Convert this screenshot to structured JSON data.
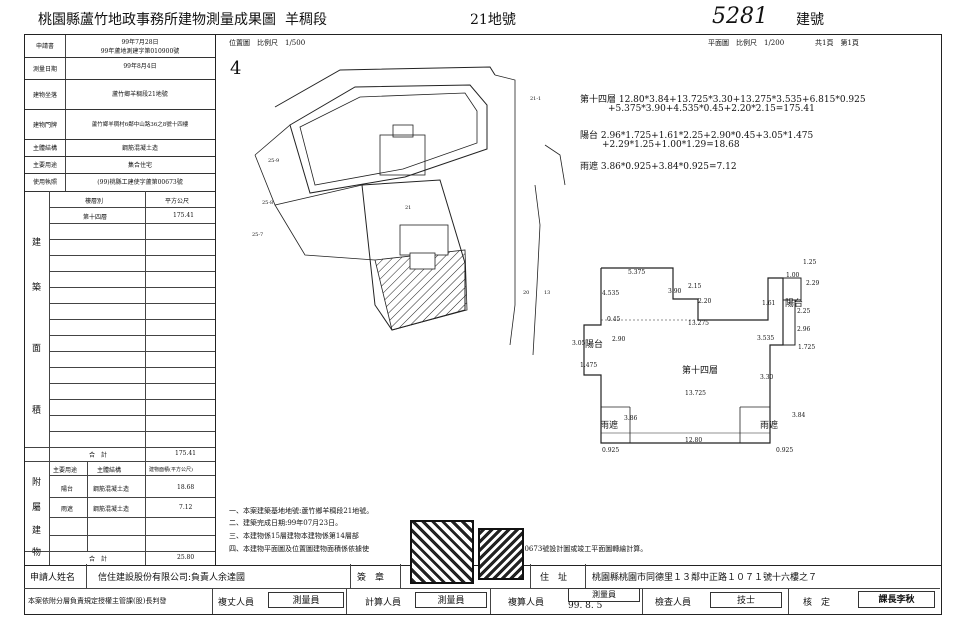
{
  "header": {
    "office_title": "桃園縣蘆竹地政事務所建物測量成果圖",
    "section": "羊稠段",
    "land_no": "21地號",
    "build_no_hand": "5281",
    "build_label": "建號"
  },
  "left": {
    "applicant_label": "申請書",
    "applicant_date": "99年7月28日",
    "applicant_no": "99年蘆地測建字第010900號",
    "survey_label": "測量日期",
    "survey_date": "99年8月4日",
    "location_label": "建物坐落",
    "location_val": "蘆竹鄉羊稠段21地號",
    "door_label": "建物門牌",
    "door_val": "蘆竹鄉羊稠村6鄰中山路36之8號十四樓",
    "struct_label": "主體結構",
    "struct_val": "鋼筋混凝土造",
    "use_label": "主要用途",
    "use_val": "集合住宅",
    "license_label": "使用執照",
    "license_val": "(99)桃縣工建使字蘆第00673號",
    "floor_head": "樓層別",
    "area_head": "平方公尺",
    "floor_row": "第十四層",
    "floor_area": "175.41",
    "side_chars": [
      "建",
      "築",
      "面",
      "積"
    ],
    "total_label": "合　計",
    "total_val": "175.41",
    "attach_chars": [
      "附",
      "屬",
      "建",
      "物"
    ],
    "attach_head_use": "主要用途",
    "attach_head_struct": "主體結構",
    "attach_head_area": "建物面積(平方公尺)",
    "attach_rows": [
      {
        "use": "陽台",
        "struct": "鋼筋混凝土造",
        "area": "18.68"
      },
      {
        "use": "雨遮",
        "struct": "鋼筋混凝土造",
        "area": "7.12"
      }
    ],
    "attach_total_label": "合　計",
    "attach_total": "25.80"
  },
  "center": {
    "loc_map_label": "位置圖　比例尺　1/500",
    "north_mark": "4",
    "lot_21": "21",
    "lot_21_1": "21-1",
    "lot_20": "20",
    "lot_13": "13",
    "lot_25_8": "25-8",
    "lot_25_9": "25-9",
    "lot_25_7": "25-7"
  },
  "right": {
    "plan_label": "平面圖　比例尺　1/200",
    "page_info": "共1頁　第1頁",
    "calc_floor": "第十四層 12.80*3.84+13.725*3.30+13.275*3.535+6.815*0.925",
    "calc_floor2": "+5.375*3.90+4.535*0.45+2.20*2.15=175.41",
    "calc_bal": "陽台 2.96*1.725+1.61*2.25+2.90*0.45+3.05*1.475",
    "calc_bal2": "+2.29*1.25+1.00*1.29=18.68",
    "calc_rain": "雨遮 3.86*0.925+3.84*0.925=7.12",
    "plan_floor": "第十四層",
    "plan_bal": "陽台",
    "plan_rain": "雨遮",
    "d_5375": "5.375",
    "d_215": "2.15",
    "d_390": "3.90",
    "d_220": "2.20",
    "d_4535": "4.535",
    "d_045": "0.45",
    "d_13275": "13.275",
    "d_13725": "13.725",
    "d_1280": "12.80",
    "d_0925": "0.925",
    "d_305": "3.05",
    "d_290": "2.90",
    "d_1475": "1.475",
    "d_161": "1.61",
    "d_100": "1.00",
    "d_125": "1.25",
    "d_229": "2.29",
    "d_225": "2.25",
    "d_296": "2.96",
    "d_3535": "3.535",
    "d_1725": "1.725",
    "d_330": "3.30",
    "d_386": "3.86",
    "d_384": "3.84"
  },
  "notes": [
    "一、本案建築基地地號:蘆竹鄉羊稠段21地號。",
    "二、建築完成日期:99年07月23日。",
    "三、本建物係15層建物本建物係第14層部",
    "四、本建物平面圖及位置圖建物面積係依據使",
    "00673號設計圖或竣工平面圖轉繪計算。"
  ],
  "footer": {
    "applicant_name_label": "申請人姓名",
    "applicant_name": "信住建設股份有限公司:負責人余達國",
    "seal_label": "簽　章",
    "address_label": "住　址",
    "address": "桃園縣桃園市同德里１３鄰中正路１０７１號十六樓之７",
    "disclaimer": "本案依附分層負責規定授權主管課(股)長判發",
    "copy_label": "複丈人員",
    "calc_label": "計算人員",
    "review_label": "複算人員",
    "check_label": "檢查人員",
    "approve_label": "核　定",
    "copy_stamp": "測量員",
    "calc_stamp": "測量員",
    "review_stamp": "測量員",
    "check_stamp": "技士",
    "approve_stamp": "課長李秋",
    "date_stamp": "99. 8. 5"
  }
}
